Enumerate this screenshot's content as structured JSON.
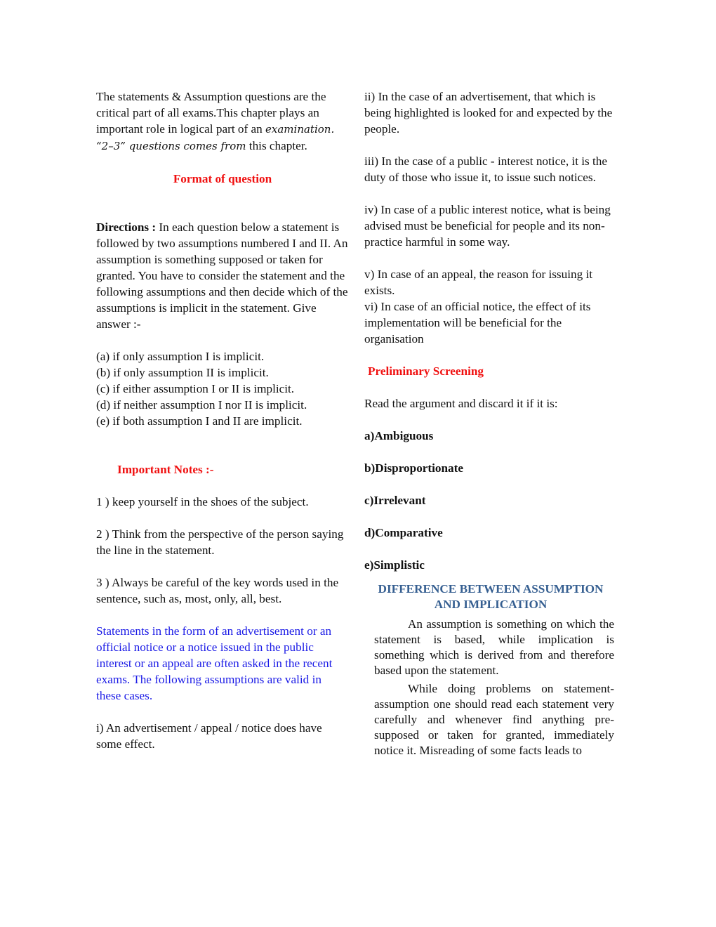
{
  "left_column": {
    "intro": "The statements & Assumption questions are the critical part of all exams.This chapter plays an important role in logical part of an",
    "intro_italic": "examination. “2–3” questions comes from",
    "intro_end": "this chapter.",
    "format_heading": "Format of question",
    "directions_label": "Directions :",
    "directions_text": " In each question below a statement is followed by two assumptions numbered I and II. An assumption is something supposed or taken for granted. You have to consider the statement and the following assumptions and then decide which of the assumptions is implicit in the statement. Give answer :-",
    "options": [
      "(a) if only assumption I is implicit.",
      "(b) if only assumption II is implicit.",
      "(c) if either assumption I or II is implicit.",
      "(d) if neither assumption I nor II is implicit.",
      "(e) if both assumption I and II are implicit."
    ],
    "notes_heading": "Important Notes :-",
    "notes": [
      "1 ) keep yourself in the shoes of the subject.",
      "2 ) Think from the perspective of the person saying the line in the statement.",
      "3 )  Always be careful of the key words used in the sentence, such as, most, only, all, best."
    ],
    "blue_paragraph": "Statements in the form of an advertisement or an official notice or a notice issued in the public interest or an appeal are often asked in the recent exams. The following assumptions are valid in these cases.",
    "point_i": "i) An advertisement / appeal / notice does have some effect."
  },
  "right_column": {
    "point_ii": "ii) In the case of an advertisement, that which is being highlighted is looked for and expected by the people.",
    "point_iii": "iii) In the case of a public - interest notice, it is the duty of those who issue it, to issue such notices.",
    "point_iv": "iv) In case of a public interest notice, what is being advised must be beneficial for people and its non-practice harmful in some way.",
    "point_v": "v) In case of an appeal, the reason for issuing it exists.",
    "point_vi": "vi) In case of an official notice, the effect of its implementation will be beneficial for the organisation",
    "screening_heading": "Preliminary Screening",
    "screening_intro": "Read the argument and discard it if it is:",
    "screening_items": [
      "a)Ambiguous",
      "b)Disproportionate",
      "c)Irrelevant",
      "d)Comparative",
      "e)Simplistic"
    ],
    "difference_heading": "DIFFERENCE BETWEEN ASSUMPTION AND IMPLICATION",
    "difference_p1": "An assumption is something on which the statement is based, while implication is something which is derived from and therefore based upon the statement.",
    "difference_p2": "While doing problems on statement- assumption one should read each statement very carefully and whenever find anything pre- supposed or taken for granted, immediately notice it. Misreading of some facts leads to"
  }
}
